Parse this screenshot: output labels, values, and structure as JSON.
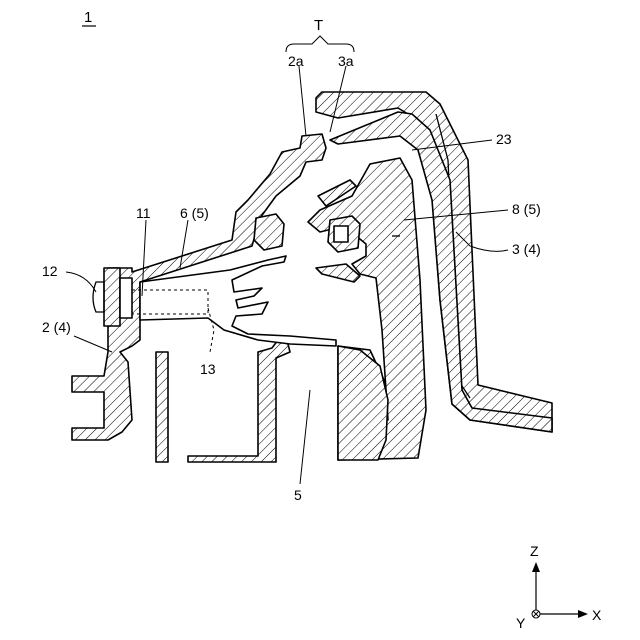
{
  "figure_number": "1",
  "labels": {
    "T": "T",
    "l2a": "2a",
    "l3a": "3a",
    "l23": "23",
    "l8": "8 (5)",
    "l3": "3 (4)",
    "l11": "11",
    "l6": "6 (5)",
    "l12": "12",
    "l2": "2 (4)",
    "l13": "13",
    "l5": "5"
  },
  "axes": {
    "z": "Z",
    "x": "X",
    "y": "Y"
  }
}
